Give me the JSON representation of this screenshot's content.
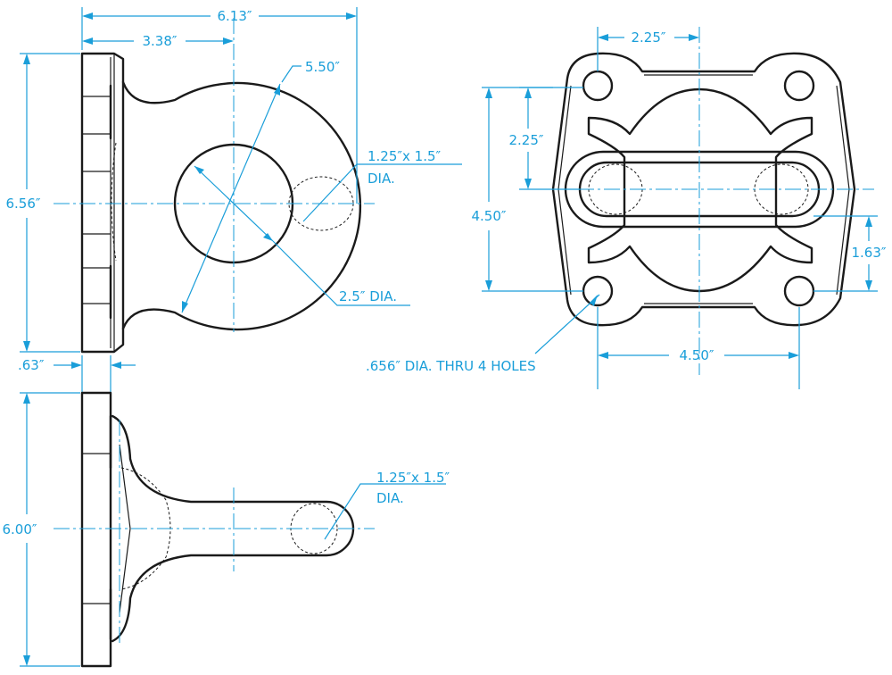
{
  "colors": {
    "dimension": "#1a9ed9",
    "outline": "#1a1a1a",
    "background": "#ffffff"
  },
  "front_view": {
    "overall_width": "6.13″",
    "boss_offset": "3.38″",
    "outer_diameter": "5.50″",
    "slot_callout_line1": "1.25″x 1.5″",
    "slot_callout_line2": "DIA.",
    "height": "6.56″",
    "hole_diameter": "2.5″ DIA.",
    "flange_thickness": ".63″"
  },
  "top_view": {
    "height": "6.00″",
    "slot_callout_line1": "1.25″x 1.5″",
    "slot_callout_line2": "DIA."
  },
  "side_view": {
    "hole_spacing_top": "2.25″",
    "inner_vertical": "2.25″",
    "overall_height": "4.50″",
    "lower_offset": "1.63″",
    "hole_spacing_bottom": "4.50″",
    "holes_callout": ".656″ DIA. THRU 4 HOLES"
  }
}
